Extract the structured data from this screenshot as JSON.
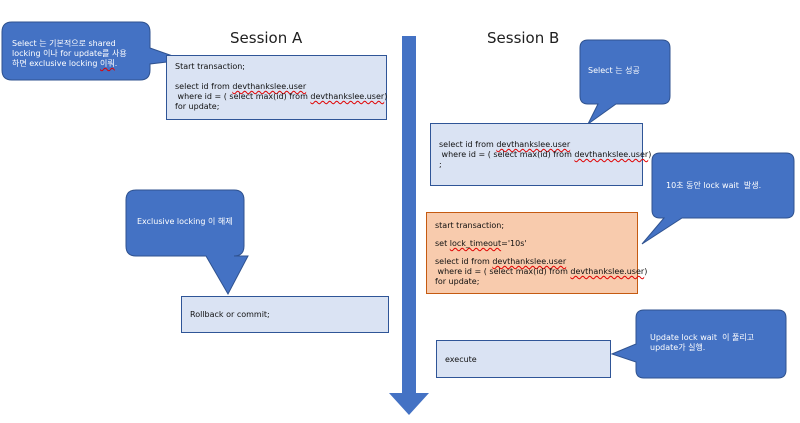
{
  "headers": {
    "session_a": "Session A",
    "session_b": "Session B"
  },
  "colors": {
    "callout_fill": "#4472c4",
    "box_blue": "#dae3f3",
    "box_orange": "#f8cbad",
    "arrow": "#4472c4"
  },
  "session_a": {
    "box1": {
      "line1": "Start transaction;",
      "l2_pre": "select id from ",
      "l2_ul": "devthankslee.user",
      "l3_pre": " where id = ( select max(id) from ",
      "l3_ul": "devthankslee.user",
      "l3_post": ")",
      "line4": "for update;"
    },
    "box2": {
      "line1": "Rollback or commit;"
    }
  },
  "session_b": {
    "box1": {
      "l1_pre": "select id from ",
      "l1_ul": "devthankslee.user",
      "l2_pre": " where id = ( select max(id) from ",
      "l2_ul": "devthankslee.user",
      "l2_post": ")",
      "line3": ";"
    },
    "box2": {
      "line1": "start transaction;",
      "l2_pre": "set ",
      "l2_ul": "lock_timeout",
      "l2_post": "='10s'",
      "l3_pre": "select id from ",
      "l3_ul": "devthankslee.user",
      "l4_pre": " where id = ( select max(id) from ",
      "l4_ul": "devthankslee.user",
      "l4_post": ")",
      "line5": "for update;"
    },
    "box3": {
      "line1": "execute"
    }
  },
  "callouts": {
    "c1": {
      "line1": "Select 는 기본적으로 shared",
      "line2": "locking 이나 for update를 사용",
      "l3_pre": "하면 exclusive locking ",
      "l3_ul": "이뤄",
      "l3_post": "."
    },
    "c2": {
      "line1": "Select 는 성공"
    },
    "c3": {
      "line1": "Exclusive locking 이 해제"
    },
    "c4": {
      "line1": "10초 동안 lock wait  발생."
    },
    "c5": {
      "line1": "Update lock wait  이 풀리고",
      "line2": "update가 실행."
    }
  }
}
